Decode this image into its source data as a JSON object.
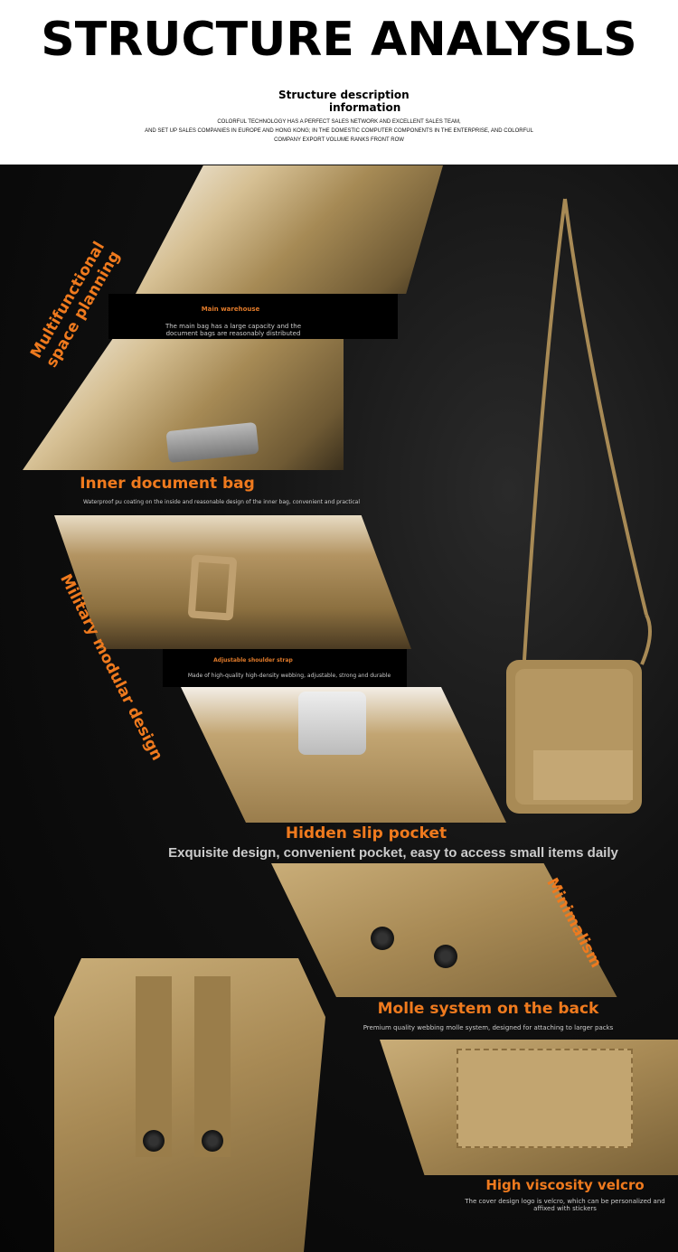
{
  "header": {
    "title": "STRUCTURE ANALYSLS",
    "subtitle_line1": "Structure description",
    "subtitle_line2": "information",
    "blurb": [
      "COLORFUL TECHNOLOGY HAS A PERFECT SALES NETWORK AND EXCELLENT SALES TEAM,",
      "AND SET UP SALES COMPANIES IN EUROPE AND HONG KONG; IN THE DOMESTIC COMPUTER COMPONENTS IN THE ENTERPRISE, AND COLORFUL",
      "COMPANY EXPORT VOLUME RANKS FRONT ROW"
    ]
  },
  "side_labels": {
    "multifunctional": "Multifunctional space planning",
    "military": "Military modular design",
    "minimalism": "Minimalism"
  },
  "features": [
    {
      "title": "Main warehouse",
      "desc": "The main bag has a large capacity and the document bags are reasonably distributed"
    },
    {
      "title": "Inner document bag",
      "desc": "Waterproof pu coating on the inside and reasonable design of the inner bag, convenient and practical"
    },
    {
      "title": "Adjustable shoulder strap",
      "desc": "Made of high-quality high-density webbing, adjustable, strong and durable"
    },
    {
      "title": "Hidden slip pocket",
      "desc": "Exquisite design, convenient pocket, easy to access small items daily"
    },
    {
      "title": "Molle system on the back",
      "desc": "Premium quality webbing molle system, designed for attaching to larger packs"
    },
    {
      "title": "High viscosity velcro",
      "desc": "The cover design logo is velcro, which can be personalized and affixed with stickers"
    }
  ],
  "colors": {
    "accent": "#ef7a1e",
    "product": "#b09060",
    "background": "#0a0a0a"
  }
}
